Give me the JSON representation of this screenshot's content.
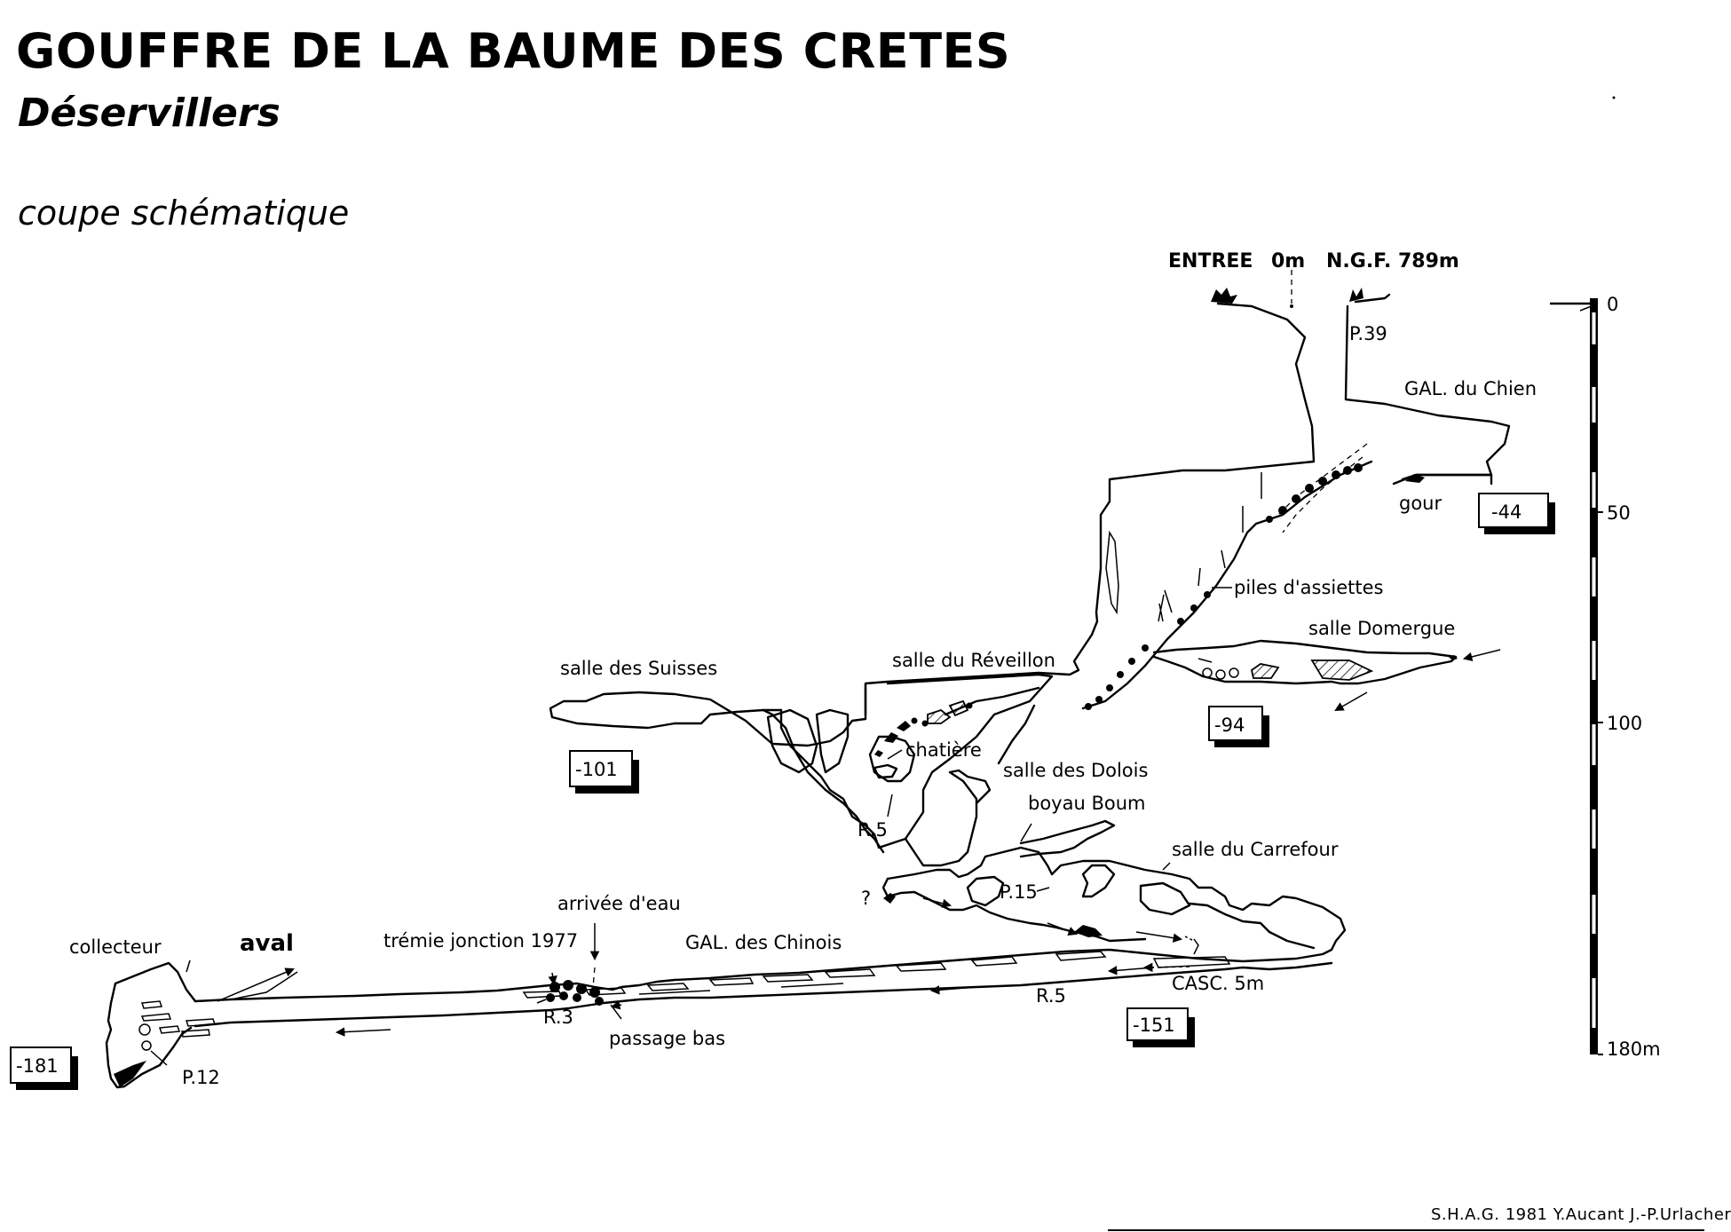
{
  "header": {
    "title": "GOUFFRE DE LA BAUME DES CRETES",
    "subtitle": "Déservillers",
    "section": "coupe schématique"
  },
  "entrance": {
    "label": "ENTREE",
    "zero": "0m",
    "ngf": "N.G.F. 789m"
  },
  "depth_scale": {
    "ticks": [
      "0",
      "50",
      "100",
      "180m"
    ]
  },
  "depth_boxes": [
    "-44",
    "-94",
    "-101",
    "-151",
    "-181"
  ],
  "labels": {
    "p39": "P.39",
    "gal_chien": "GAL. du Chien",
    "gour": "gour",
    "piles": "piles d'assiettes",
    "salle_domergue": "salle Domergue",
    "salle_reveillon": "salle du Réveillon",
    "salle_suisses": "salle des Suisses",
    "chatiere": "chatière",
    "salle_dolois": "salle des Dolois",
    "boyau_boum": "boyau Boum",
    "r5_upper": "R.5",
    "salle_carrefour": "salle du Carrefour",
    "question": "?",
    "p15": "P.15",
    "arrivee": "arrivée d'eau",
    "tremie": "trémie jonction 1977",
    "gal_chinois": "GAL. des Chinois",
    "collecteur": "collecteur",
    "aval": "aval",
    "r3": "R.3",
    "passage_bas": "passage bas",
    "r5_lower": "R.5",
    "casc": "CASC. 5m",
    "p12": "P.12"
  },
  "footer": {
    "credit": "S.H.A.G. 1981 Y.Aucant J.-P.Urlacher"
  }
}
